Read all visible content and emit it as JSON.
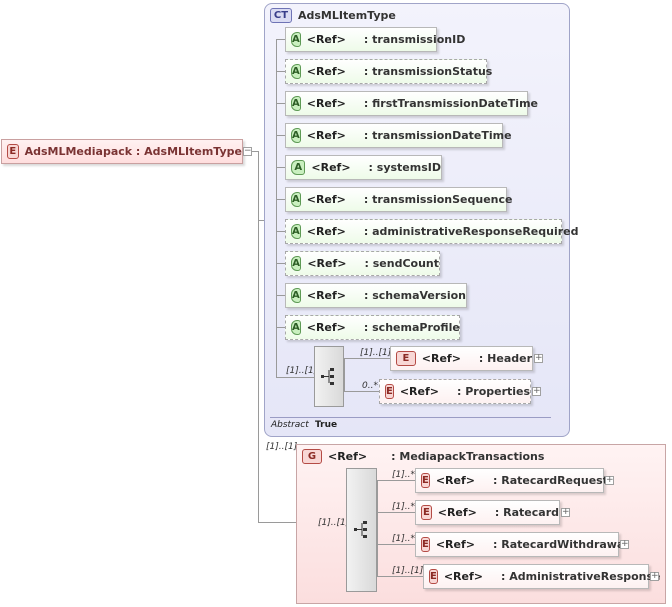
{
  "root": {
    "badge": "E",
    "label": "AdsMLMediapack : AdsMLItemType"
  },
  "complex_type": {
    "badge": "CT",
    "title": "AdsMLItemType",
    "attributes": [
      {
        "badge": "A",
        "ref": "<Ref>",
        "name": ": transmissionID",
        "optional": false
      },
      {
        "badge": "A",
        "ref": "<Ref>",
        "name": ": transmissionStatus",
        "optional": true
      },
      {
        "badge": "A",
        "ref": "<Ref>",
        "name": ": firstTransmissionDateTime",
        "optional": false
      },
      {
        "badge": "A",
        "ref": "<Ref>",
        "name": ": transmissionDateTime",
        "optional": false
      },
      {
        "badge": "A",
        "ref": "<Ref>",
        "name": ": systemsID",
        "optional": false
      },
      {
        "badge": "A",
        "ref": "<Ref>",
        "name": ": transmissionSequence",
        "optional": false
      },
      {
        "badge": "A",
        "ref": "<Ref>",
        "name": ": administrativeResponseRequired",
        "optional": true
      },
      {
        "badge": "A",
        "ref": "<Ref>",
        "name": ": sendCount",
        "optional": true
      },
      {
        "badge": "A",
        "ref": "<Ref>",
        "name": ": schemaVersion",
        "optional": false
      },
      {
        "badge": "A",
        "ref": "<Ref>",
        "name": ": schemaProfile",
        "optional": true
      }
    ],
    "sequence_card": "[1]..[1]",
    "children": [
      {
        "badge": "E",
        "ref": "<Ref>",
        "name": ": Header",
        "card": "[1]..[1]"
      },
      {
        "badge": "E",
        "ref": "<Ref>",
        "name": ": Properties",
        "card": "0..*"
      }
    ],
    "abstract_label": "Abstract",
    "abstract_value": "True"
  },
  "group": {
    "badge": "G",
    "ref": "<Ref>",
    "name": ": MediapackTransactions",
    "card": "[1]..[1]",
    "sequence_card": "[1]..[1]",
    "children": [
      {
        "badge": "E",
        "ref": "<Ref>",
        "name": ": RatecardRequest",
        "card": "[1]..*"
      },
      {
        "badge": "E",
        "ref": "<Ref>",
        "name": ": Ratecard",
        "card": "[1]..*"
      },
      {
        "badge": "E",
        "ref": "<Ref>",
        "name": ": RatecardWithdrawal",
        "card": "[1]..*"
      },
      {
        "badge": "E",
        "ref": "<Ref>",
        "name": ": AdministrativeResponse",
        "card": "[1]..[1]"
      }
    ]
  },
  "colors": {
    "attribute": "#c9efbf",
    "element": "#f8d7d5",
    "complex_type": "#dadcf3",
    "group_bg": "#fbdede"
  }
}
